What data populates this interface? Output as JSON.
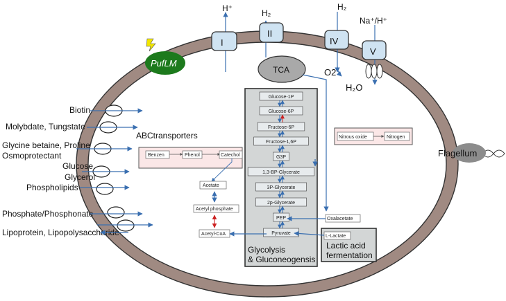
{
  "external": {
    "h_plus": "H⁺",
    "h2_left": "H₂",
    "h2_right": "H₂",
    "na_h": "Na⁺/H⁺",
    "o2": "O2",
    "h2o": "H₂O"
  },
  "complexes": {
    "c1": "I",
    "c2": "II",
    "c4": "IV",
    "c5": "V"
  },
  "tca": "TCA",
  "puflm": "PufLM",
  "flagellum": "Flagellum",
  "transporters": {
    "header": "ABCtransporters",
    "items": [
      "Biotin",
      "Molybdate, Tungstate",
      "Glycine betaine, Proline",
      "Osmoprotectant",
      "Glucose,",
      "Glycerol",
      "Phospholipids",
      "Phosphate/Phosphonate",
      "Lipoprotein, Lipopolysaccharide"
    ]
  },
  "glycolysis": {
    "steps": [
      "Glucose-1P",
      "Glucose-6P",
      "Fructose-6P",
      "Fructose-1,6P",
      "G3P",
      "1,3-BP-Glycerate",
      "3P-Glycerate",
      "2p-Glycerate",
      "PEP",
      "Pyruvate"
    ],
    "label_line1": "Glycolysis",
    "label_line2": "& Gluconeogensis"
  },
  "aromatic": {
    "benzen": "Benzen",
    "phenol": "Phenol",
    "catechol": "Catechol"
  },
  "acetate_path": {
    "acetate": "Acetate",
    "acetyl_phosphate": "Acetyl phosphate",
    "acetyl_coa": "Acetyl-CoA"
  },
  "nitrogen": {
    "nitrous_oxide": "Nitrous oxide",
    "nitrogen": "Nitrogen"
  },
  "oxalacetate": "Oxalacetate",
  "lactic": {
    "l_lactate": "L-Lactate",
    "label_line1": "Lactic acid",
    "label_line2": "fermentation"
  },
  "colors": {
    "membrane": "#a08a82",
    "complex_fill": "#cfe3f2",
    "glycolysis_box": "#d3d6d6",
    "puflm": "#1d7a1d",
    "arrow": "#3a6fb0",
    "pink_box": "#fbe7e7"
  }
}
